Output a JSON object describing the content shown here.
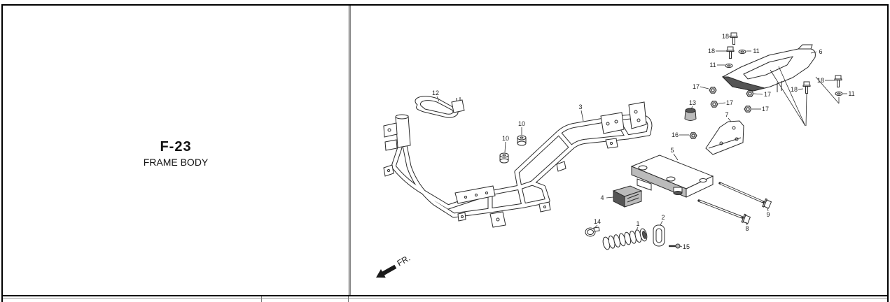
{
  "section": {
    "code": "F-23",
    "title": "FRAME BODY"
  },
  "diagram": {
    "callouts": [
      "18",
      "18",
      "11",
      "6",
      "11",
      "17",
      "17",
      "18",
      "18",
      "11",
      "17",
      "17",
      "13",
      "7",
      "16",
      "5",
      "12",
      "3",
      "10",
      "10",
      "4",
      "9",
      "8",
      "14",
      "1",
      "2",
      "15"
    ],
    "direction_label": "FR."
  },
  "icons": {
    "direction": "front-direction-arrow-icon"
  },
  "colors": {
    "border": "#000000",
    "line_art": "#2b2b2b",
    "background": "#ffffff"
  }
}
